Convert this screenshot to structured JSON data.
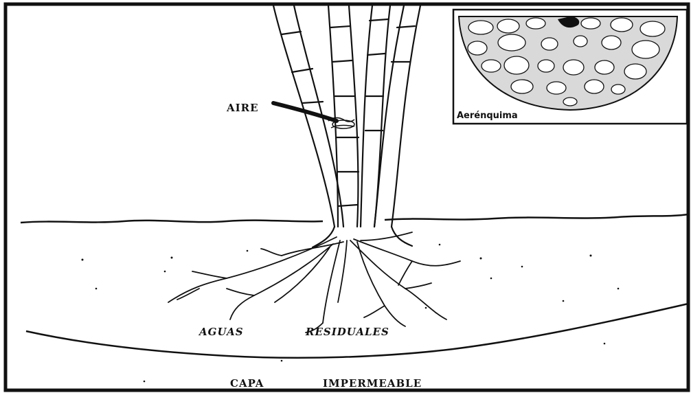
{
  "labels": {
    "air": "AIRE",
    "wastewater_1": "AGUAS",
    "wastewater_2": "RESIDUALES",
    "layer_1": "CAPA",
    "layer_2": "IMPERMEABLE",
    "inset_caption": "Aerénquima"
  },
  "colors": {
    "ink": "#111111",
    "paper": "#ffffff"
  }
}
